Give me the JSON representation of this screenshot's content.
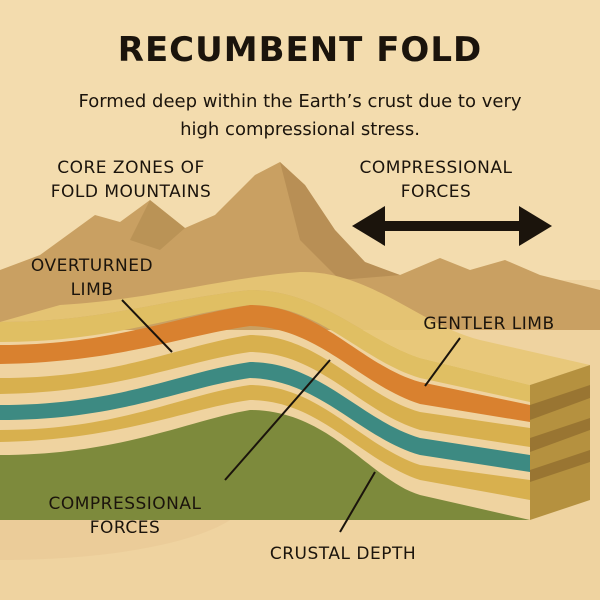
{
  "title": "RECUMBENT FOLD",
  "subtitle_line1": "Formed deep within the Earth’s crust due to very",
  "subtitle_line2": "high compressional stress.",
  "labels": {
    "core_zones_line1": "CORE ZONES OF",
    "core_zones_line2": "FOLD MOUNTAINS",
    "compressional_top_line1": "COMPRESSIONAL",
    "compressional_top_line2": "FORCES",
    "overturned_line1": "OVERTURNED",
    "overturned_line2": "LIMB",
    "gentler_limb": "GENTLER LIMB",
    "compressional_bottom_line1": "COMPRESSIONAL",
    "compressional_bottom_line2": "FORCES",
    "crustal_depth": "CRUSTAL DEPTH"
  },
  "colors": {
    "background": "#f3dcae",
    "mountain": "#c9a062",
    "mountain_shadow": "#a9824a",
    "layer_orange": "#d9812f",
    "layer_yellow": "#d8b04e",
    "layer_teal": "#3d8a82",
    "layer_olive": "#7d8a3c",
    "ink": "#1b140c"
  }
}
